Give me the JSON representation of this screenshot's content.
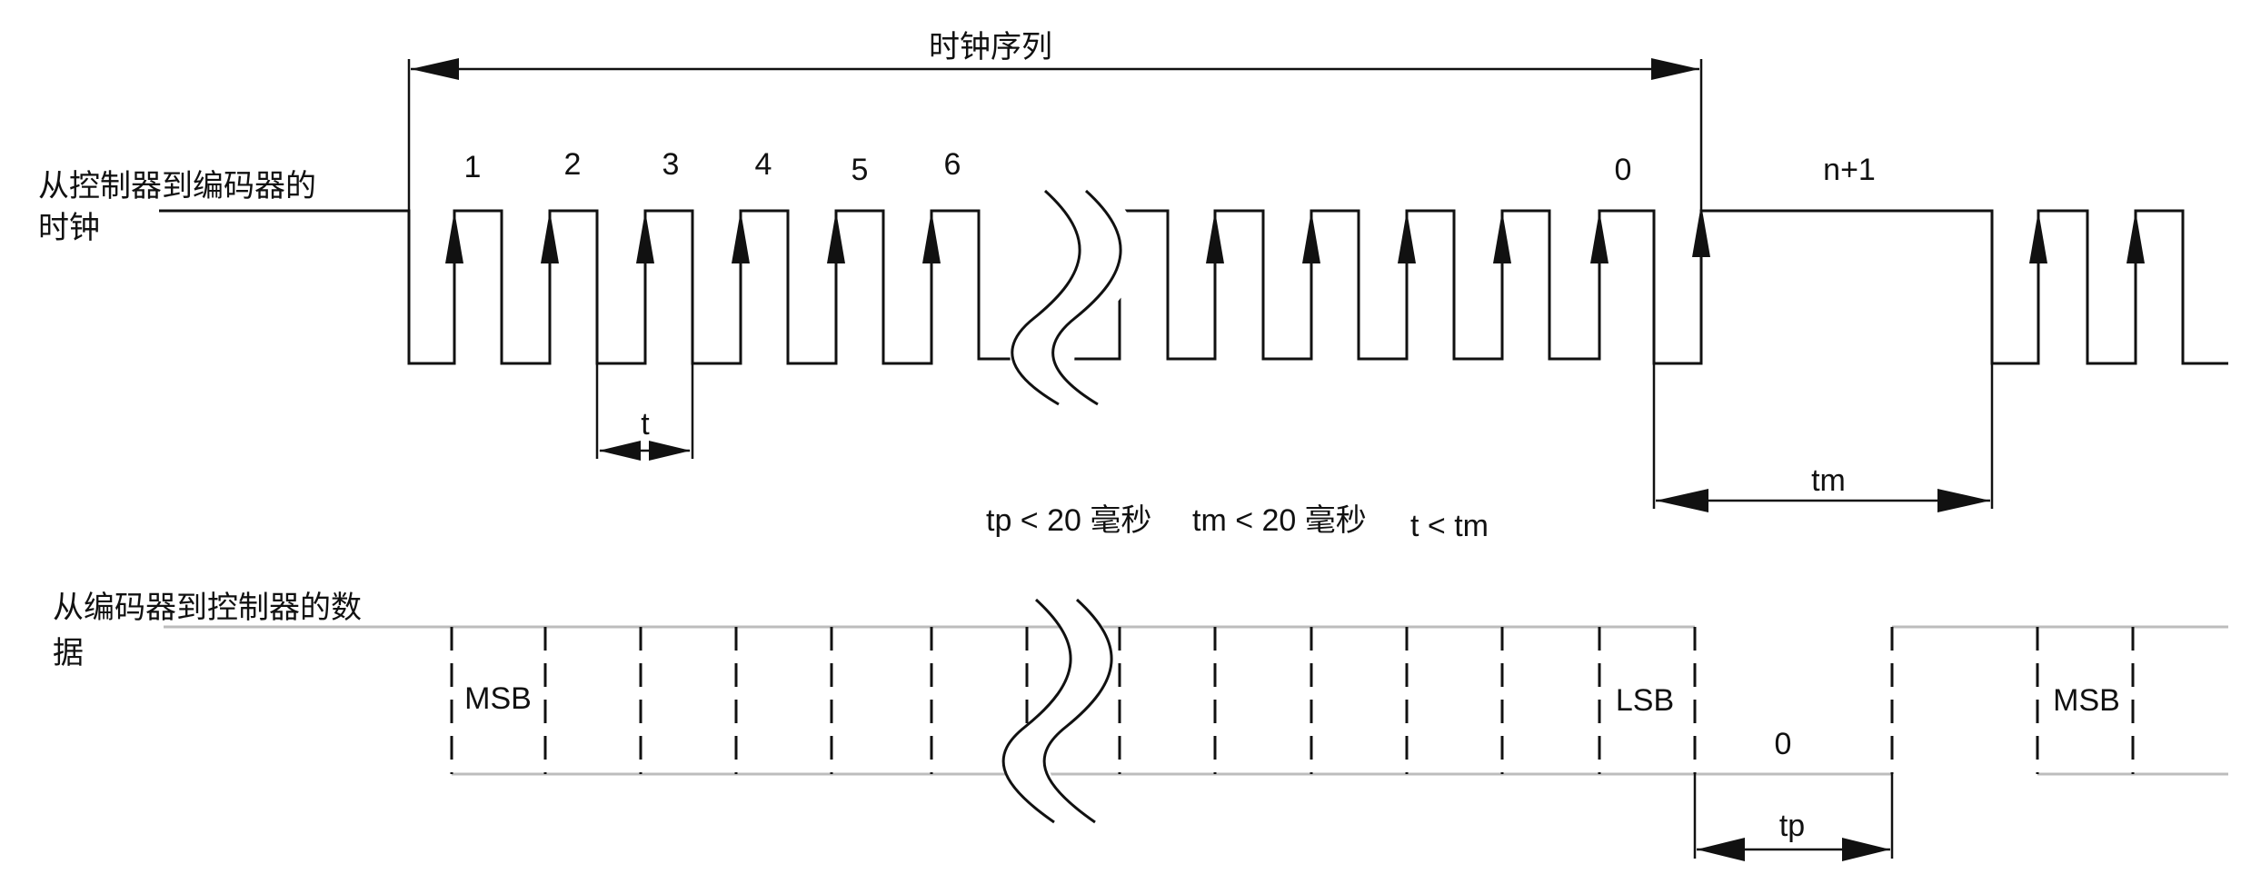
{
  "clock_sequence_label": "时钟序列",
  "clock_signal_label": [
    "从控制器到编码器的",
    "时钟"
  ],
  "data_signal_label": [
    "从编码器到控制器的数",
    "据"
  ],
  "pulse_numbers": [
    "1",
    "2",
    "3",
    "4",
    "5",
    "6",
    "0",
    "n+1"
  ],
  "period_label": "t",
  "tm_label": "tm",
  "tp_label": "tp",
  "condition_text": [
    "tp < 20 毫秒",
    "tm < 20 毫秒",
    "t < tm"
  ],
  "msb_label": "MSB",
  "lsb_label": "LSB",
  "zero_label": "0",
  "msb2_label": "MSB"
}
